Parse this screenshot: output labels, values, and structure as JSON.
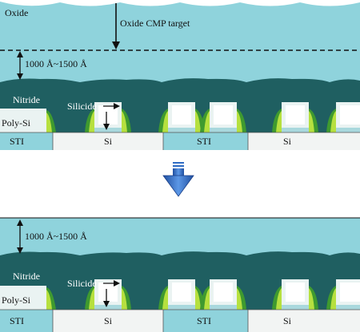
{
  "colors": {
    "oxide": "#8fd3dc",
    "nitride": "#1f5f61",
    "poly_si": "#eaf3f2",
    "silicide": "#a9d8dd",
    "spacer_outer": "#3f9a2f",
    "spacer_inner": "#b6e03f",
    "si": "#f2f4f3",
    "sti": "#8fd3dc",
    "arrow_blue": "#2f6cc4",
    "ink": "#111111"
  },
  "top_panel": {
    "labels": {
      "oxide": "Oxide",
      "cmp_target": "Oxide CMP target",
      "thickness": "1000 Å~1500 Å",
      "nitride": "Nitride",
      "silicide": "Silicide",
      "poly_si": "Poly-Si"
    },
    "substrate": [
      "STI",
      "Si",
      "STI",
      "Si"
    ]
  },
  "bottom_panel": {
    "labels": {
      "thickness": "1000 Å~1500 Å",
      "nitride": "Nitride",
      "silicide": "Silicide",
      "poly_si": "Poly-Si"
    },
    "substrate": [
      "STI",
      "Si",
      "STI",
      "Si"
    ]
  },
  "transition_arrow": {
    "icon": "down-arrow-icon"
  }
}
